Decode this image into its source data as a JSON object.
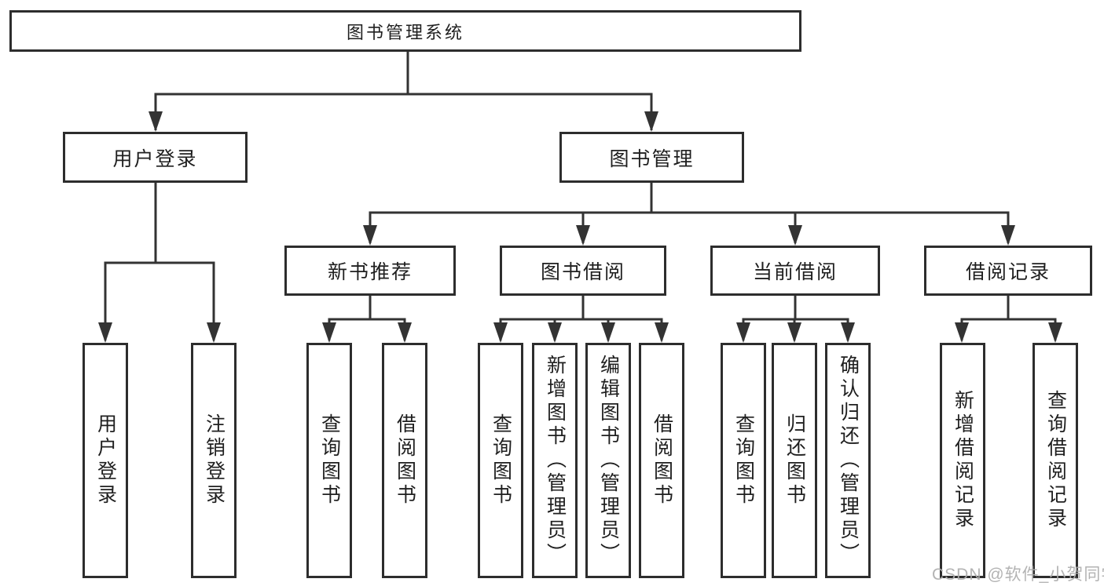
{
  "page": {
    "background": "#ffffff"
  },
  "colors": {
    "connector": "#333333",
    "box_border": "#2d2d2d",
    "box_fill": "#ffffff",
    "label_text": "#1f1f1f",
    "watermark_text": "#adadad"
  },
  "tree": {
    "label": "图书管理系统",
    "children": [
      {
        "label": "用户登录",
        "children": [
          {
            "label": "用户登录"
          },
          {
            "label": "注销登录"
          }
        ]
      },
      {
        "label": "图书管理",
        "children": [
          {
            "label": "新书推荐",
            "children": [
              {
                "label": "查询图书"
              },
              {
                "label": "借阅图书"
              }
            ]
          },
          {
            "label": "图书借阅",
            "children": [
              {
                "label": "查询图书"
              },
              {
                "label": "新增图书（管理员）"
              },
              {
                "label": "编辑图书（管理员）"
              },
              {
                "label": "借阅图书"
              }
            ]
          },
          {
            "label": "当前借阅",
            "children": [
              {
                "label": "查询图书"
              },
              {
                "label": "归还图书"
              },
              {
                "label": "确认归还（管理员）"
              }
            ]
          },
          {
            "label": "借阅记录",
            "children": [
              {
                "label": "新增借阅记录"
              },
              {
                "label": "查询借阅记录"
              }
            ]
          }
        ]
      }
    ]
  },
  "watermark": {
    "text": "CSDN @软件_小贺同学"
  }
}
